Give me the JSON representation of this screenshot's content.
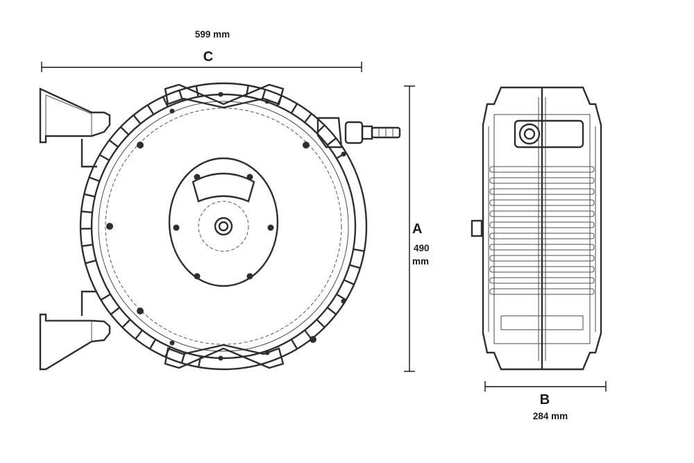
{
  "dimensions": {
    "c": {
      "letter": "C",
      "value": "599 mm"
    },
    "a": {
      "letter": "A",
      "value_number": "490",
      "value_unit": "mm"
    },
    "b": {
      "letter": "B",
      "value": "284 mm"
    }
  },
  "colors": {
    "line": "#2e2e2e",
    "background": "#ffffff"
  }
}
